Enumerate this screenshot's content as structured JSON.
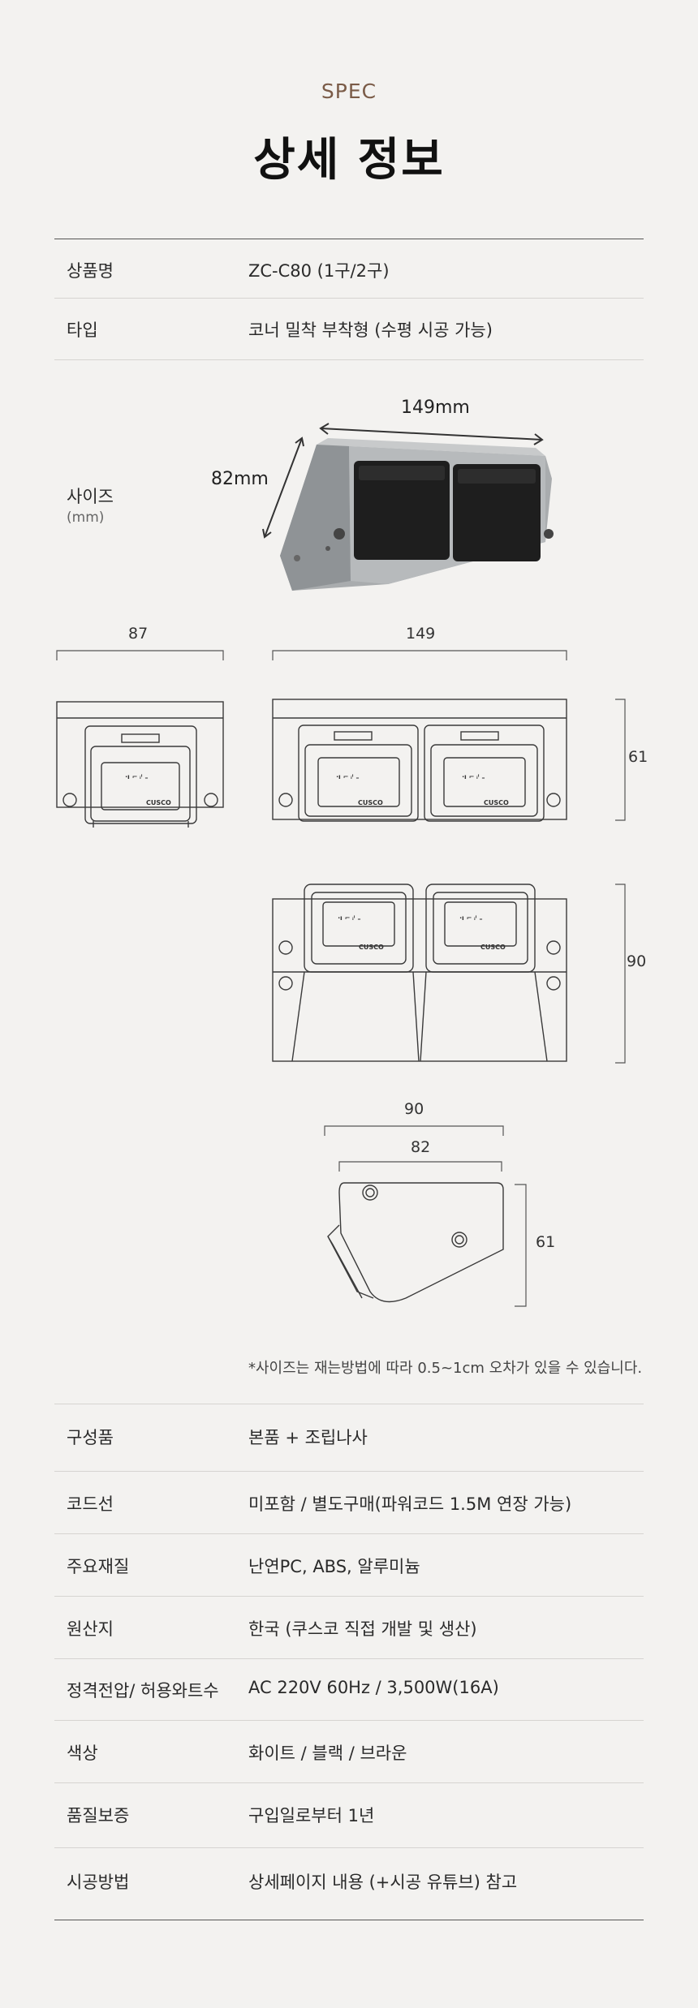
{
  "header": {
    "eyebrow": "SPEC",
    "title": "상세 정보"
  },
  "spec_top": [
    {
      "label": "상품명",
      "value": "ZC-C80 (1구/2구)"
    },
    {
      "label": "타입",
      "value": "코너 밀착 부착형 (수평 시공 가능)"
    }
  ],
  "size": {
    "label": "사이즈",
    "unit": "(mm)",
    "photo_width": "149mm",
    "photo_depth": "82mm",
    "front_side_width": "87",
    "front_width": "149",
    "front_height": "61",
    "top_height": "90",
    "side_outer": "90",
    "side_inner": "82",
    "side_height": "61",
    "note": "*사이즈는 재는방법에 따라 0.5~1cm 오차가 있을 수 있습니다."
  },
  "spec_bottom": [
    {
      "label": "구성품",
      "value": "본품 + 조립나사"
    },
    {
      "label": "코드선",
      "value": "미포함 / 별도구매(파워코드 1.5M 연장 가능)"
    },
    {
      "label": "주요재질",
      "value": "난연PC, ABS, 알루미늄"
    },
    {
      "label": "원산지",
      "value": "한국 (쿠스코 직접 개발 및 생산)"
    },
    {
      "label": "정격전압/ 허용와트수",
      "value": "AC 220V 60Hz / 3,500W(16A)"
    },
    {
      "label": "색상",
      "value": "화이트 / 블랙 / 브라운"
    },
    {
      "label": "품질보증",
      "value": "구입일로부터 1년"
    },
    {
      "label": "시공방법",
      "value": "상세페이지 내용 (+시공 유튜브) 참고"
    }
  ],
  "product_marking": {
    "brand": "CUSCO"
  },
  "colors": {
    "accent": "#7a5b47",
    "background": "#f3f2f0",
    "rule_dark": "#555555",
    "rule_light": "#d6d4d1"
  }
}
